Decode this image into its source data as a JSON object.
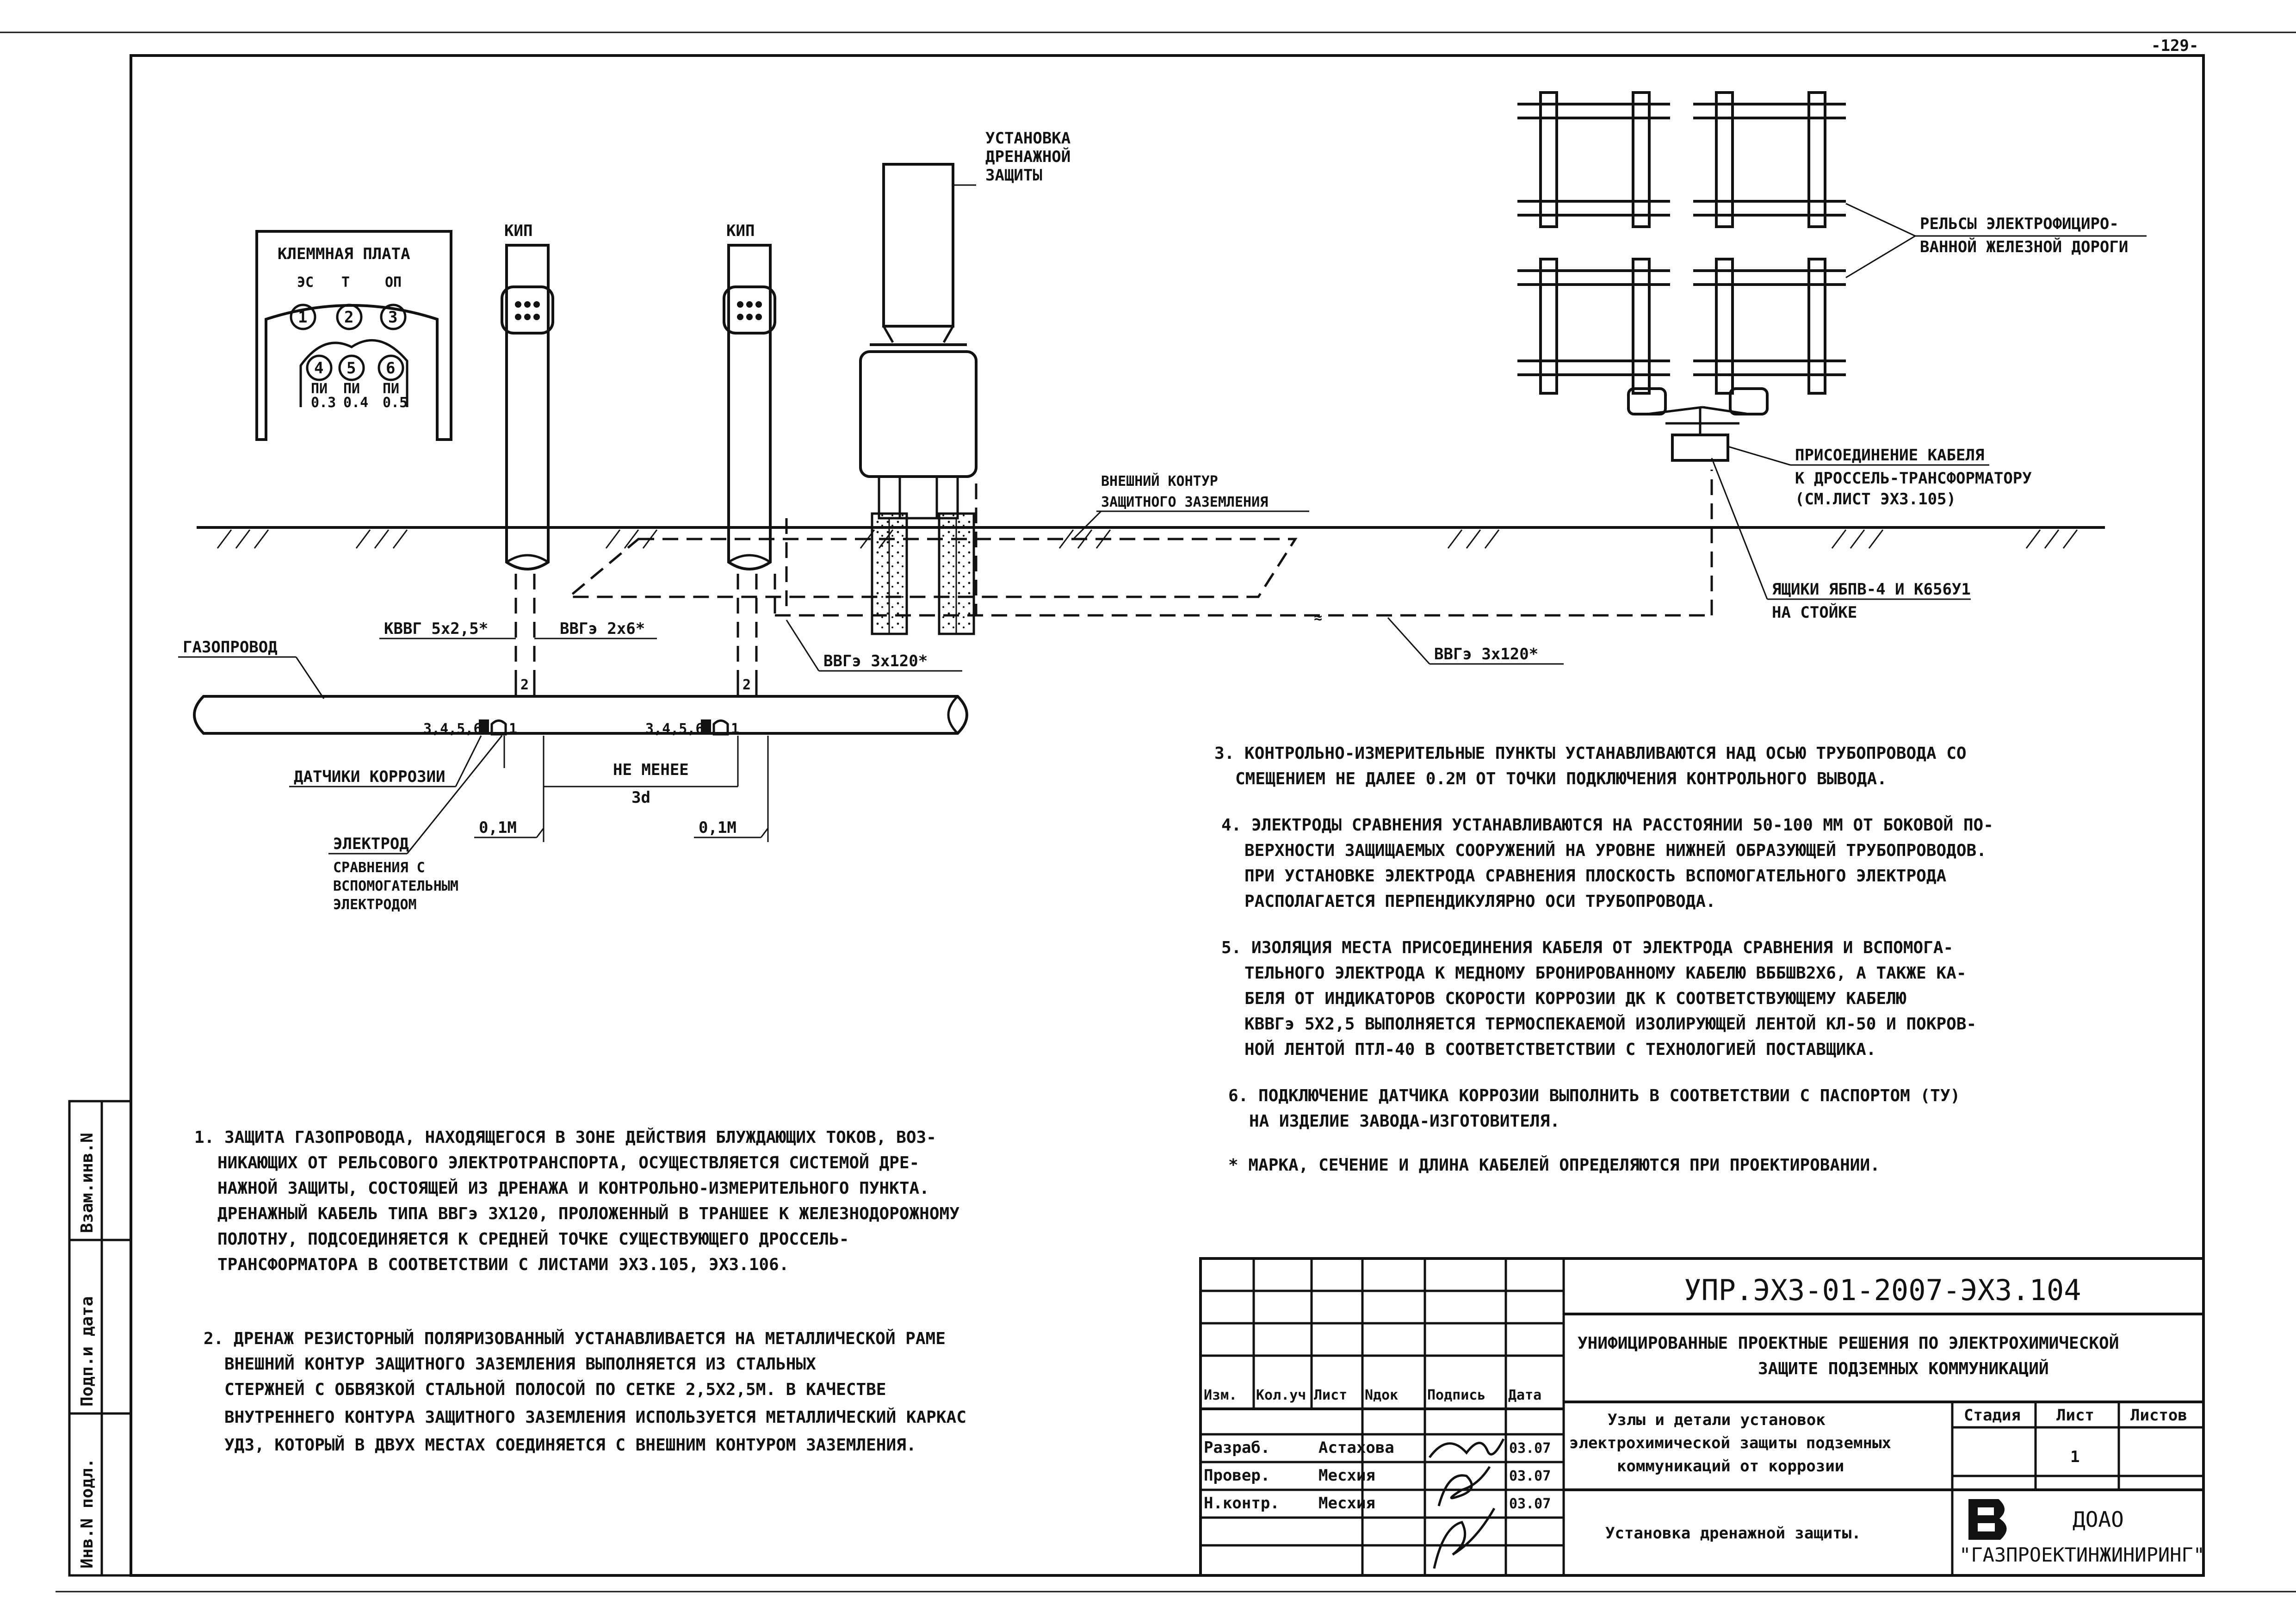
{
  "sheet": {
    "page_number": "-129-",
    "side_stamp": [
      "Инв.N подл.",
      "Подп.и дата",
      "Взам.инв.N"
    ]
  },
  "diagram": {
    "terminal_plate": {
      "title": "КЛЕММНАЯ ПЛАТА",
      "top_labels": [
        "ЭС",
        "Т",
        "ОП"
      ],
      "top_numbers": [
        "1",
        "2",
        "3"
      ],
      "bottom_numbers": [
        "4",
        "5",
        "6"
      ],
      "bottom_labels": [
        [
          "ПИ",
          "0.3"
        ],
        [
          "ПИ",
          "0.4"
        ],
        [
          "ПИ",
          "0.5"
        ]
      ]
    },
    "kip_label": "КИП",
    "drainage_unit_label": [
      "УСТАНОВКА",
      "ДРЕНАЖНОЙ",
      "ЗАЩИТЫ"
    ],
    "outer_ground_label": [
      "ВНЕШНИЙ КОНТУР",
      "ЗАЩИТНОГО ЗАЗЕМЛЕНИЯ"
    ],
    "rails_label": [
      "РЕЛЬСЫ ЭЛЕКТРОФИЦИРО-",
      "ВАННОЙ ЖЕЛЕЗНОЙ ДОРОГИ"
    ],
    "cable_connection_label": [
      "ПРИСОЕДИНЕНИЕ КАБЕЛЯ",
      "К ДРОССЕЛЬ-ТРАНСФОРМАТОРУ",
      "(СМ.ЛИСТ ЭХЗ.105)"
    ],
    "boxes_label": [
      "ЯЩИКИ ЯБПВ-4 И К656У1",
      "НА СТОЙКЕ"
    ],
    "cable_kvvg": "КВВГ 5х2,5*",
    "cable_vvg2": "ВВГэ 2х6*",
    "cable_vvg3_left": "ВВГэ 3х120*",
    "cable_vvg3_right": "ВВГэ 3х120*",
    "pipeline_label": "ГАЗОПРОВОД",
    "sensor_numbers": "3,4,5,6",
    "sensor_one": "1",
    "sensor_two": "2",
    "corrosion_sensors_label": "ДАТЧИКИ КОРРОЗИИ",
    "electrode_label": [
      "ЭЛЕКТРОД",
      "СРАВНЕНИЯ С",
      "ВСПОМОГАТЕЛЬНЫМ",
      "ЭЛЕКТРОДОМ"
    ],
    "min_distance_label": [
      "НЕ МЕНЕЕ",
      "3d"
    ],
    "offset_label": "0,1М"
  },
  "notes_left": [
    [
      "1. ЗАЩИТА ГАЗОПРОВОДА, НАХОДЯЩЕГОСЯ В ЗОНЕ ДЕЙСТВИЯ БЛУЖДАЮЩИХ ТОКОВ, ВОЗ-",
      "НИКАЮЩИХ ОТ РЕЛЬСОВОГО ЭЛЕКТРОТРАНСПОРТА, ОСУЩЕСТВЛЯЕТСЯ СИСТЕМОЙ ДРЕ-",
      "НАЖНОЙ ЗАЩИТЫ, СОСТОЯЩЕЙ ИЗ ДРЕНАЖА И КОНТРОЛЬНО-ИЗМЕРИТЕЛЬНОГО ПУНКТА.",
      "ДРЕНАЖНЫЙ КАБЕЛЬ ТИПА ВВГэ 3Х120, ПРОЛОЖЕННЫЙ В ТРАНШЕЕ К ЖЕЛЕЗНОДОРОЖНОМУ",
      "ПОЛОТНУ, ПОДСОЕДИНЯЕТСЯ К СРЕДНЕЙ ТОЧКЕ СУЩЕСТВУЮЩЕГО ДРОССЕЛЬ-",
      "ТРАНСФОРМАТОРА В СООТВЕТСТВИИ С ЛИСТАМИ ЭХЗ.105, ЭХЗ.106."
    ],
    [
      "2. ДРЕНАЖ РЕЗИСТОРНЫЙ ПОЛЯРИЗОВАННЫЙ УСТАНАВЛИВАЕТСЯ НА МЕТАЛЛИЧЕСКОЙ РАМЕ",
      "ВНЕШНИЙ КОНТУР ЗАЩИТНОГО ЗАЗЕМЛЕНИЯ ВЫПОЛНЯЕТСЯ ИЗ СТАЛЬНЫХ",
      "СТЕРЖНЕЙ С ОБВЯЗКОЙ СТАЛЬНОЙ ПОЛОСОЙ ПО СЕТКЕ 2,5Х2,5М. В КАЧЕСТВЕ",
      "ВНУТРЕННЕГО КОНТУРА ЗАЩИТНОГО ЗАЗЕМЛЕНИЯ ИСПОЛЬЗУЕТСЯ МЕТАЛЛИЧЕСКИЙ КАРКАС",
      "УДЗ, КОТОРЫЙ В ДВУХ МЕСТАХ СОЕДИНЯЕТСЯ С ВНЕШНИМ КОНТУРОМ ЗАЗЕМЛЕНИЯ."
    ]
  ],
  "notes_right": [
    [
      "3. КОНТРОЛЬНО-ИЗМЕРИТЕЛЬНЫЕ ПУНКТЫ УСТАНАВЛИВАЮТСЯ НАД ОСЬЮ ТРУБОПРОВОДА СО",
      "СМЕЩЕНИЕМ НЕ ДАЛЕЕ 0.2М ОТ ТОЧКИ ПОДКЛЮЧЕНИЯ КОНТРОЛЬНОГО ВЫВОДА."
    ],
    [
      "4. ЭЛЕКТРОДЫ СРАВНЕНИЯ УСТАНАВЛИВАЮТСЯ НА РАССТОЯНИИ 50-100 ММ ОТ БОКОВОЙ ПО-",
      "ВЕРХНОСТИ ЗАЩИЩАЕМЫХ СООРУЖЕНИЙ НА УРОВНЕ НИЖНЕЙ ОБРАЗУЮЩЕЙ ТРУБОПРОВОДОВ.",
      "ПРИ УСТАНОВКЕ ЭЛЕКТРОДА СРАВНЕНИЯ ПЛОСКОСТЬ ВСПОМОГАТЕЛЬНОГО ЭЛЕКТРОДА",
      "РАСПОЛАГАЕТСЯ ПЕРПЕНДИКУЛЯРНО ОСИ ТРУБОПРОВОДА."
    ],
    [
      "5. ИЗОЛЯЦИЯ МЕСТА ПРИСОЕДИНЕНИЯ КАБЕЛЯ ОТ ЭЛЕКТРОДА СРАВНЕНИЯ И ВСПОМОГА-",
      "ТЕЛЬНОГО ЭЛЕКТРОДА К МЕДНОМУ БРОНИРОВАННОМУ КАБЕЛЮ ВББШВ2Х6, А ТАКЖЕ КА-",
      "БЕЛЯ ОТ ИНДИКАТОРОВ СКОРОСТИ КОРРОЗИИ ДК К СООТВЕТСТВУЮЩЕМУ КАБЕЛЮ",
      "КВВГэ 5Х2,5 ВЫПОЛНЯЕТСЯ ТЕРМОСПЕКАЕМОЙ ИЗОЛИРУЮЩЕЙ ЛЕНТОЙ КЛ-50 И ПОКРОВ-",
      "НОЙ ЛЕНТОЙ ПТЛ-40 В СООТВЕТСТВЕТСТВИИ С ТЕХНОЛОГИЕЙ ПОСТАВЩИКА."
    ],
    [
      "6. ПОДКЛЮЧЕНИЕ ДАТЧИКА КОРРОЗИИ ВЫПОЛНИТЬ В СООТВЕТСТВИИ С ПАСПОРТОМ (ТУ)",
      "НА ИЗДЕЛИЕ ЗАВОДА-ИЗГОТОВИТЕЛЯ."
    ],
    [
      "* МАРКА, СЕЧЕНИЕ И ДЛИНА КАБЕЛЕЙ ОПРЕДЕЛЯЮТСЯ ПРИ ПРОЕКТИРОВАНИИ."
    ]
  ],
  "title_block": {
    "doc_code": "УПР.ЭХЗ-01-2007-ЭХЗ.104",
    "project_title": [
      "УНИФИЦИРОВАННЫЕ ПРОЕКТНЫЕ РЕШЕНИЯ ПО ЭЛЕКТРОХИМИЧЕСКОЙ",
      "ЗАЩИТЕ ПОДЗЕМНЫХ КОММУНИКАЦИЙ"
    ],
    "column_headers": [
      "Изм.",
      "Кол.уч",
      "Лист",
      "Nдок",
      "Подпись",
      "Дата"
    ],
    "roles": [
      "Разраб.",
      "Провер.",
      "Н.контр."
    ],
    "names": [
      "Астахова",
      "Месхия",
      "Месхия"
    ],
    "dates": [
      "03.07",
      "03.07",
      "03.07"
    ],
    "sheet_title": [
      "Узлы и детали установок",
      "электрохимической защиты подземных",
      "коммуникаций от коррозии"
    ],
    "stage_header": "Стадия",
    "sheet_header": "Лист",
    "sheets_header": "Листов",
    "sheet_value": "1",
    "drawing_name": "Установка дренажной защиты.",
    "company": [
      "ДОАО",
      "\"ГАЗПРОЕКТИНЖИНИРИНГ\""
    ]
  }
}
